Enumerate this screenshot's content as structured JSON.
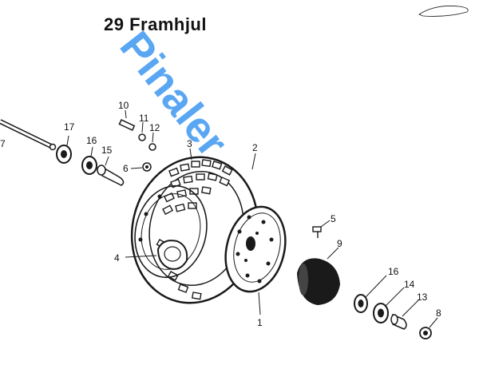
{
  "title": "29 Framhjul",
  "watermark": "Pinaler",
  "callouts": [
    "1",
    "2",
    "3",
    "4",
    "5",
    "6",
    "7",
    "8",
    "9",
    "10",
    "11",
    "12",
    "13",
    "14",
    "15",
    "16",
    "16",
    "17"
  ],
  "watermark_color": "#2a8df0"
}
